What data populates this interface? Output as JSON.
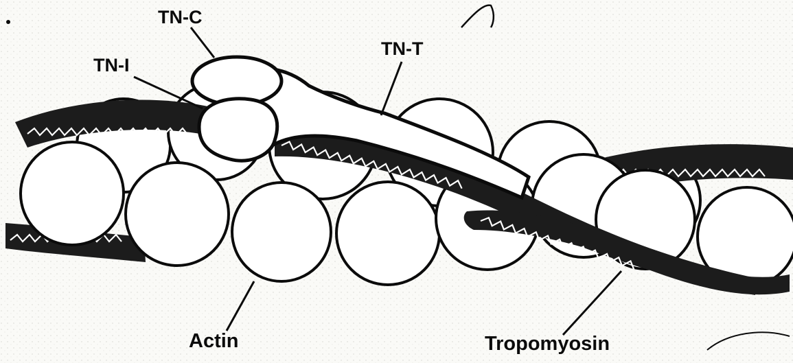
{
  "labels": {
    "tn_c": "TN-C",
    "tn_i": "TN-I",
    "tn_t": "TN-T",
    "actin": "Actin",
    "tropomyosin": "Tropomyosin"
  },
  "colors": {
    "ink": "#0b0b0b",
    "background": "#fafaf7"
  }
}
